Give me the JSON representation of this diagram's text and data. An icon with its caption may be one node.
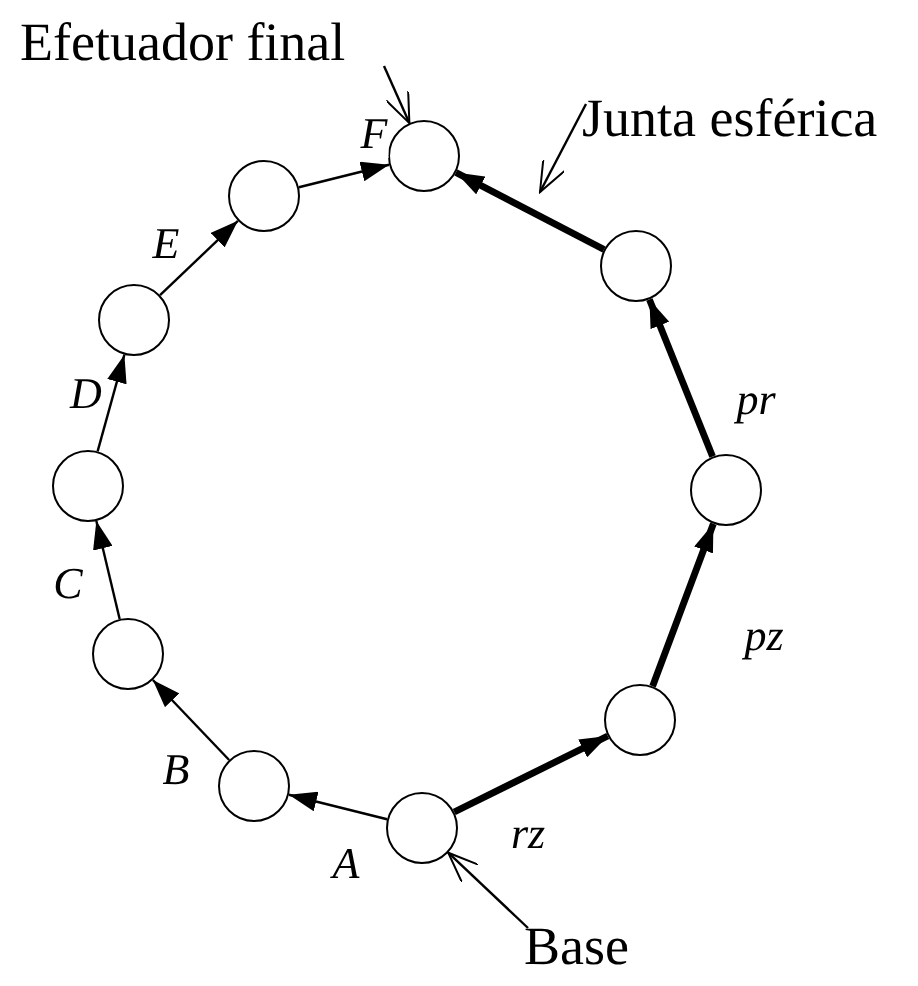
{
  "diagram": {
    "nodes": [
      {
        "text": [
          "Efetuador final"
        ]
      },
      {
        "text": [
          "Junta esférica"
        ]
      },
      {
        "text": [],
        "shape": "circle"
      },
      {
        "text": [],
        "shape": "circle"
      },
      {
        "text": [],
        "shape": "circle"
      },
      {
        "text": [],
        "shape": "circle"
      },
      {
        "text": [],
        "shape": "circle"
      },
      {
        "text": [],
        "shape": "circle"
      },
      {
        "text": [],
        "shape": "circle"
      },
      {
        "text": [],
        "shape": "circle"
      },
      {
        "text": [],
        "shape": "circle"
      },
      {
        "text": [],
        "shape": "circle"
      },
      {
        "text": [
          "Base"
        ]
      }
    ],
    "edges": [
      {
        "from": 11,
        "to": 7,
        "arrow": "to",
        "label": "A"
      },
      {
        "from": 7,
        "to": 6,
        "arrow": "to",
        "label": "B"
      },
      {
        "from": 6,
        "to": 5,
        "arrow": "to",
        "label": "C"
      },
      {
        "from": 5,
        "to": 4,
        "arrow": "to",
        "label": "D"
      },
      {
        "from": 4,
        "to": 3,
        "arrow": "to",
        "label": "E"
      },
      {
        "from": 3,
        "to": 2,
        "arrow": "to",
        "label": "F"
      },
      {
        "from": 11,
        "to": 10,
        "arrow": "to",
        "label": "rz",
        "style": "thick"
      },
      {
        "from": 10,
        "to": 9,
        "arrow": "to",
        "label": "pz",
        "style": "thick"
      },
      {
        "from": 9,
        "to": 8,
        "arrow": "to",
        "label": "pr",
        "style": "thick"
      },
      {
        "from": 8,
        "to": 2,
        "arrow": "to",
        "style": "thick"
      },
      {
        "from": 0,
        "to": 2,
        "arrow": "to"
      },
      {
        "from": 1,
        "to": null,
        "arrow": "to"
      },
      {
        "from": 12,
        "to": 11,
        "arrow": "to"
      }
    ]
  }
}
